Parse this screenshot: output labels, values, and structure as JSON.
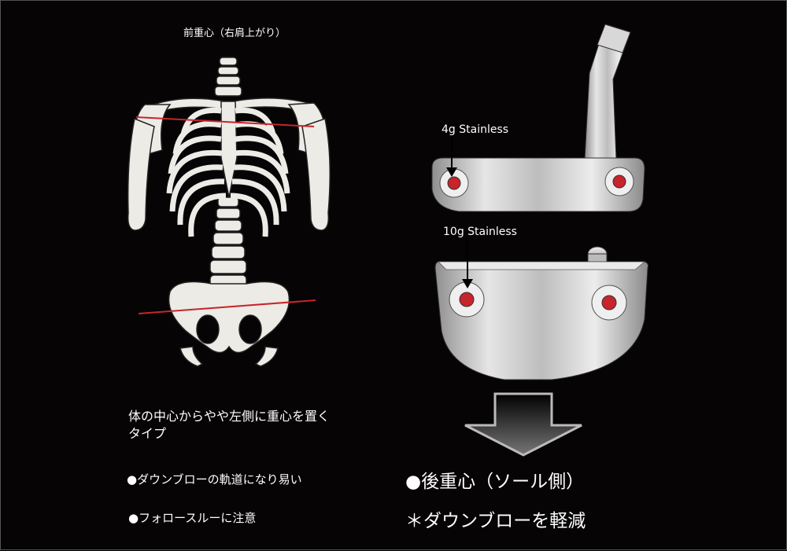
{
  "title": "前重心（右肩上がり）",
  "description": {
    "line1": "体の中心からやや左側に重心を置く",
    "line2": "タイプ"
  },
  "bullets": [
    "●ダウンブローの軌道になり易い",
    "●フォロースルーに注意"
  ],
  "putter_labels": {
    "top_weight": "4g Stainless",
    "bottom_weight": "10g Stainless"
  },
  "result": {
    "line1": "●後重心（ソール側）",
    "line2": "＊ダウンブローを軽減"
  },
  "colors": {
    "background": "#060405",
    "bone": "#ecebe6",
    "accent_line": "#c8242b",
    "weight_red": "#c8242b",
    "putter_silver": "#c9c9c9"
  },
  "icons": [
    "skeleton-illustration",
    "putter-top-view",
    "putter-sole-view",
    "down-arrow-icon"
  ]
}
